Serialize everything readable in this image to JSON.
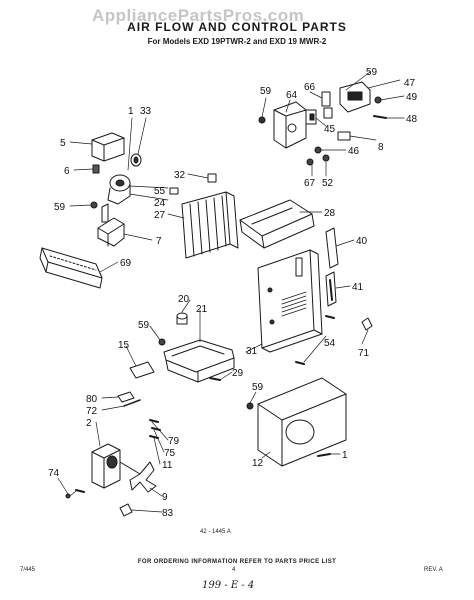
{
  "header": {
    "watermark": "AppliancePartsPros.com",
    "title": "AIR FLOW AND CONTROL PARTS",
    "subtitle": "For Models EXD 19PTWR-2 and EXD 19 MWR-2"
  },
  "callouts": [
    "1",
    "33",
    "5",
    "6",
    "59",
    "55",
    "24",
    "27",
    "32",
    "7",
    "69",
    "59",
    "64",
    "66",
    "59",
    "47",
    "49",
    "45",
    "48",
    "46",
    "8",
    "67",
    "52",
    "28",
    "40",
    "41",
    "54",
    "71",
    "20",
    "21",
    "59",
    "15",
    "31",
    "29",
    "80",
    "72",
    "2",
    "79",
    "75",
    "11",
    "12",
    "59",
    "1",
    "74",
    "9",
    "83"
  ],
  "reference_number": "42 - 1445 A",
  "footer": {
    "ordering_note": "FOR ORDERING INFORMATION REFER TO PARTS PRICE LIST",
    "left_code": "7/445",
    "page_number": "4",
    "revision": "REV. A",
    "handwritten": "199 - E - 4"
  }
}
